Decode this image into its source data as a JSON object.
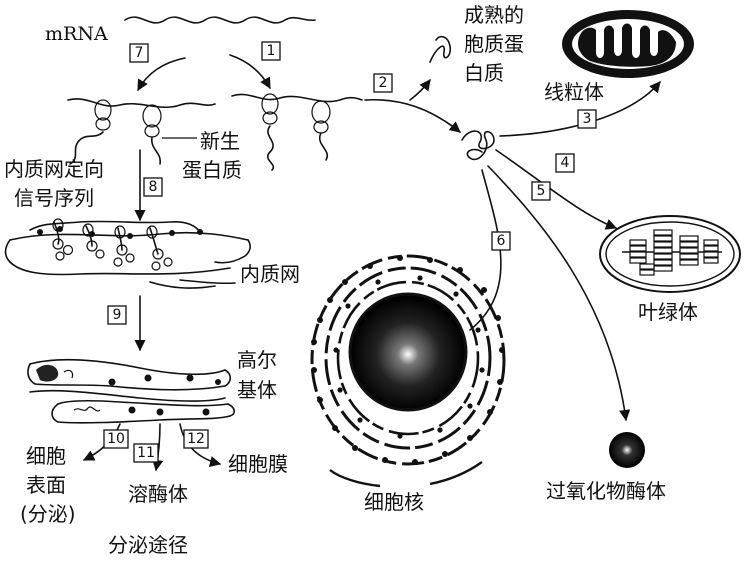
{
  "labels": {
    "mrna": "mRNA",
    "mature_protein": [
      "成熟的",
      "胞质蛋",
      "白质"
    ],
    "mitochondrion": "线粒体",
    "nascent_protein": [
      "新生",
      "蛋白质"
    ],
    "er_signal": [
      "内质网定向",
      "信号序列"
    ],
    "er": "内质网",
    "golgi": [
      "高尔",
      "基体"
    ],
    "chloroplast": "叶绿体",
    "nucleus": "细胞核",
    "peroxisome": "过氧化物酶体",
    "cell_surface": [
      "细胞",
      "表面",
      "(分泌)"
    ],
    "lysosome": "溶酶体",
    "cell_membrane": "细胞膜",
    "secretory_pathway": "分泌途径"
  },
  "steps": [
    "1",
    "2",
    "3",
    "4",
    "5",
    "6",
    "7",
    "8",
    "9",
    "10",
    "11",
    "12"
  ]
}
